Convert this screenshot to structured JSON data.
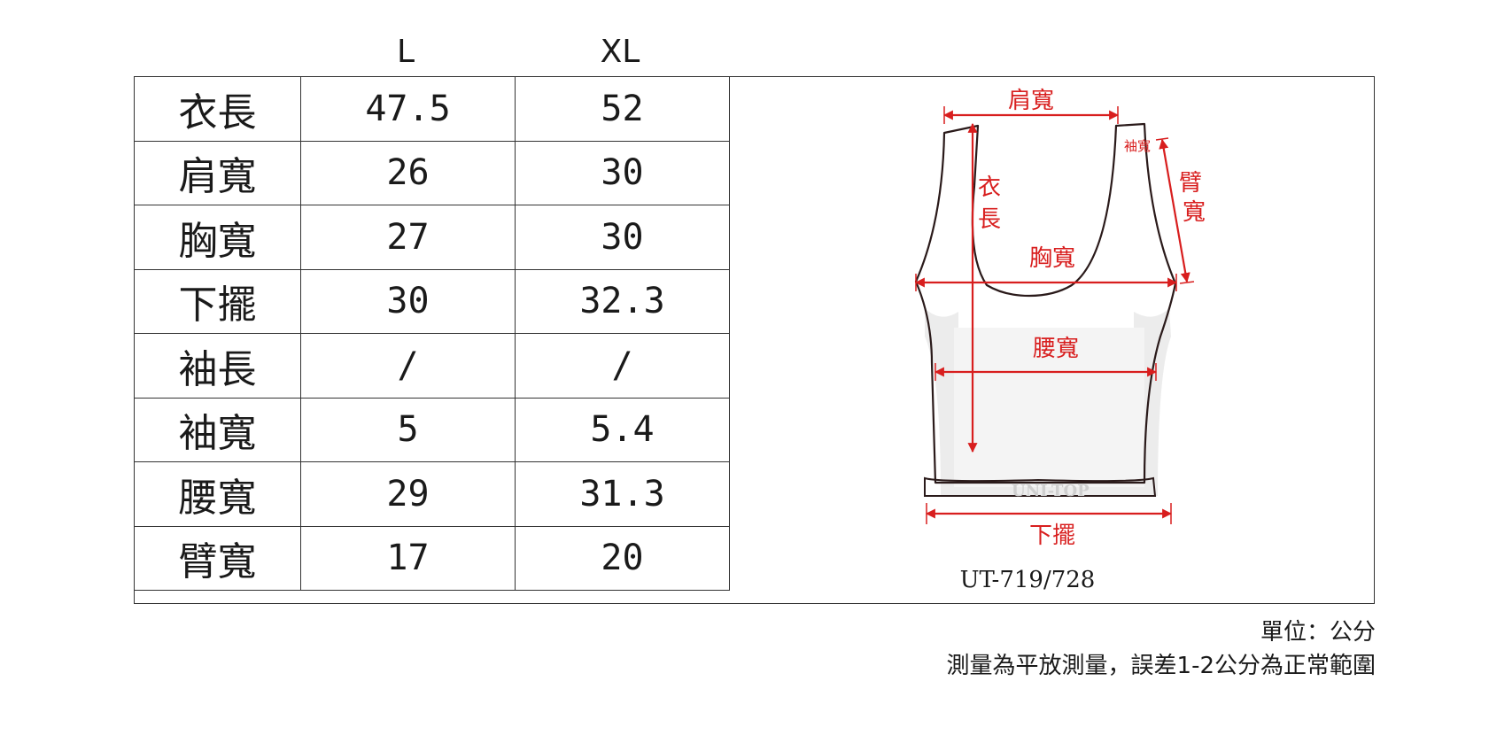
{
  "headers": {
    "col_l": "L",
    "col_xl": "XL"
  },
  "rows": [
    {
      "label": "衣長",
      "l": "47.5",
      "xl": "52"
    },
    {
      "label": "肩寬",
      "l": "26",
      "xl": "30"
    },
    {
      "label": "胸寬",
      "l": "27",
      "xl": "30"
    },
    {
      "label": "下擺",
      "l": "30",
      "xl": "32.3"
    },
    {
      "label": "袖長",
      "l": "/",
      "xl": "/"
    },
    {
      "label": "袖寬",
      "l": "5",
      "xl": "5.4"
    },
    {
      "label": "腰寬",
      "l": "29",
      "xl": "31.3"
    },
    {
      "label": "臂寬",
      "l": "17",
      "xl": "20"
    }
  ],
  "diagram": {
    "shoulder": "肩寬",
    "sleeve": "袖寬",
    "arm_1": "臂",
    "arm_2": "寬",
    "length_1": "衣",
    "length_2": "長",
    "chest": "胸寬",
    "waist": "腰寬",
    "hem": "下擺",
    "brand": "UNI-TOP",
    "model": "UT-719/728",
    "accent_color": "#d81e1e"
  },
  "notes": {
    "unit": "單位：公分",
    "disclaimer": "測量為平放測量，誤差1-2公分為正常範圍"
  }
}
